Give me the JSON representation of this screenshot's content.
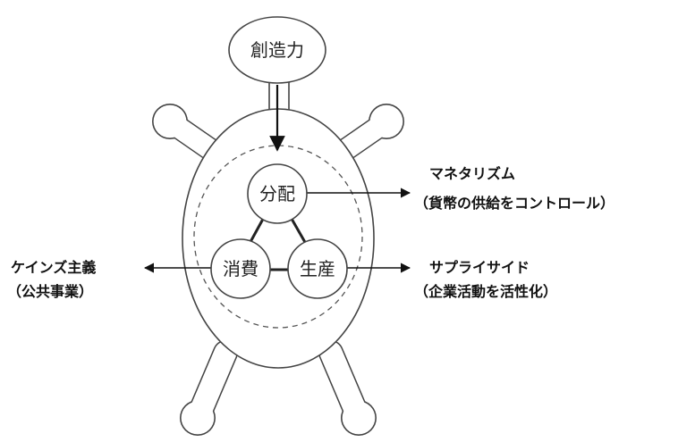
{
  "diagram": {
    "top_node": "創造力",
    "center_nodes": {
      "distribution": "分配",
      "consumption": "消費",
      "production": "生産"
    },
    "annotations": {
      "monetarism": "マネタリズム",
      "monetarism_note": "（貨幣の供給をコントロール）",
      "keynesian": "ケインズ主義",
      "keynesian_note": "（公共事業）",
      "supply_side": "サプライサイド",
      "supply_side_note": "（企業活動を活性化）"
    }
  }
}
